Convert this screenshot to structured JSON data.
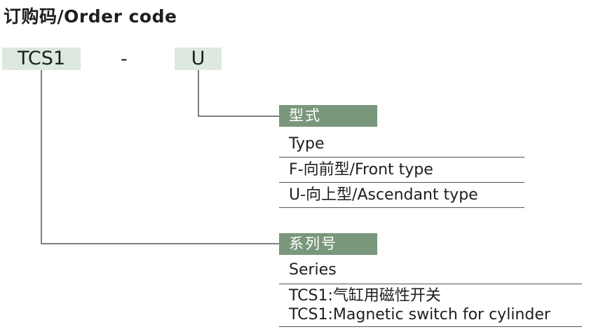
{
  "title": "订购码/Order code",
  "code": {
    "segment_1": "TCS1",
    "separator": "-",
    "segment_2": "U"
  },
  "type_section": {
    "header": "型式",
    "rows": [
      "Type",
      "F-向前型/Front type",
      "U-向上型/Ascendant type"
    ]
  },
  "series_section": {
    "header": "系列号",
    "rows": [
      "Series",
      "TCS1:气缸用磁性开关",
      "TCS1:Magnetic switch for cylinder"
    ]
  },
  "colors": {
    "code_box_bg": "#dde8de",
    "header_bg": "#79977b",
    "header_text": "#ffffff",
    "connector_line": "#555555"
  }
}
